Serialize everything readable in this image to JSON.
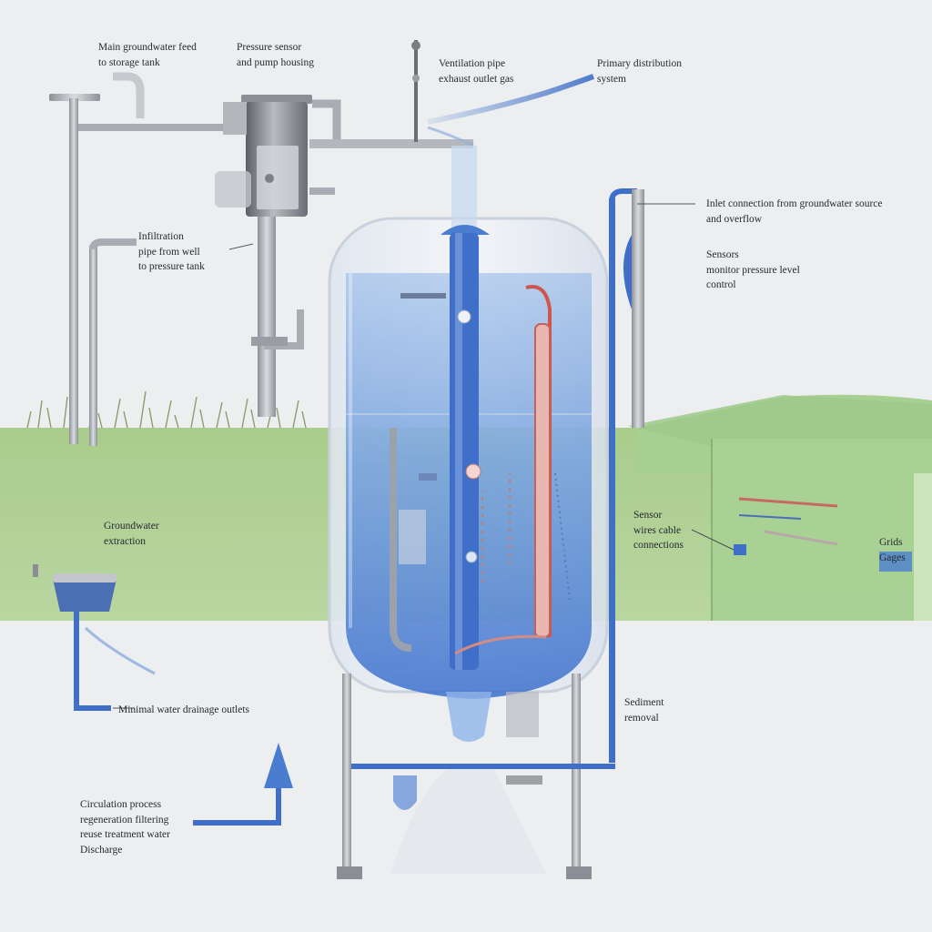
{
  "diagram": {
    "colors": {
      "background": "#eceef0",
      "ground": "#a9cc8c",
      "hill": "#9fc98a",
      "water": "#5a8fd8",
      "pipe_blue": "#3f6fc8",
      "pipe_gray": "#a9adb3",
      "heater_red": "#d0564c"
    },
    "labels": {
      "top_left": "Main groundwater feed\nto storage tank",
      "top_center_left": "Pressure sensor\nand pump housing",
      "top_center": "Ventilation pipe\nexhaust outlet gas",
      "top_right": "Primary distribution\nsystem",
      "right_upper": "Inlet connection from groundwater source\nand overflow",
      "right_mid": "Sensors\nmonitor pressure level\ncontrol",
      "left_upper": "Infiltration\npipe from well\nto pressure tank",
      "left_ground": "Groundwater\nextraction",
      "right_lower": "Sensor\nwires cable\nconnections",
      "right_box": "Grids\nGages",
      "bottom_left_outlet": "Minimal water drainage outlets",
      "right_outlet": "Sediment\nremoval",
      "bottom_left_arrow": "Circulation process\nregeneration filtering\nreuse treatment water\nDischarge"
    }
  }
}
